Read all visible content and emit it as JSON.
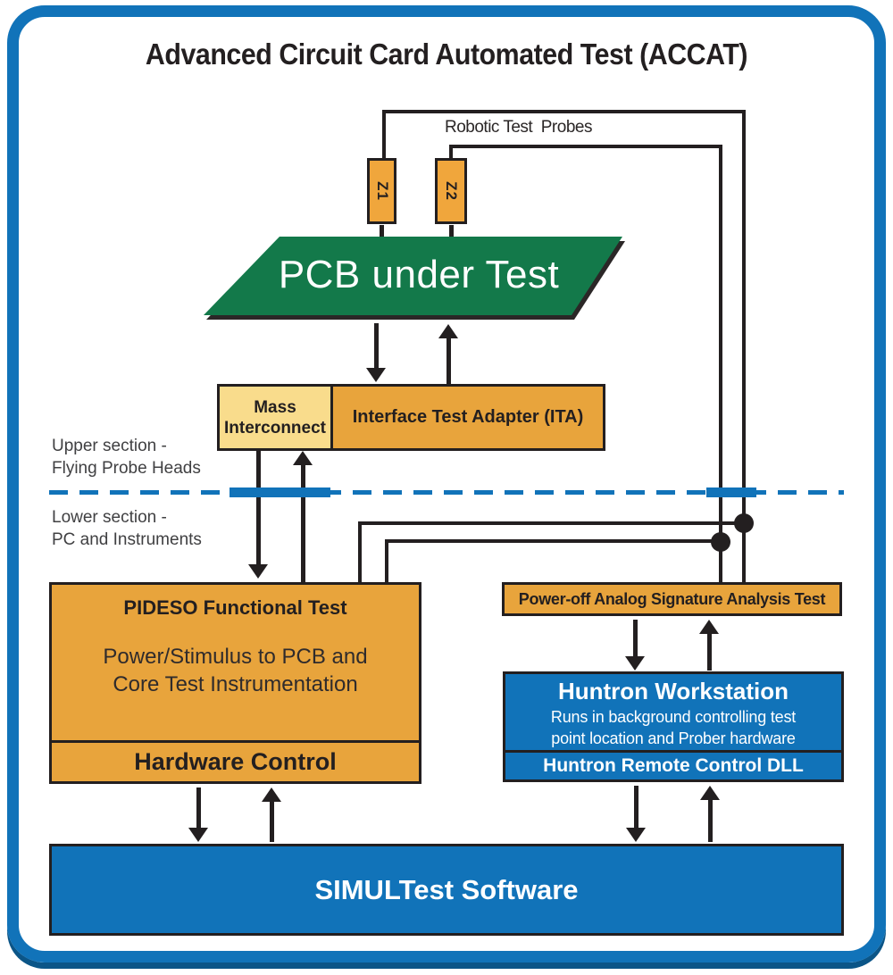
{
  "title": "Advanced Circuit Card Automated Test (ACCAT)",
  "top": {
    "robotic_probes_label": "Robotic Test  Probes",
    "probes": [
      {
        "label": "Z1"
      },
      {
        "label": "Z2"
      }
    ]
  },
  "pcb": {
    "label": "PCB under Test"
  },
  "adapter": {
    "mass_line1": "Mass",
    "mass_line2": "Interconnect",
    "ita_label": "Interface Test Adapter (ITA)"
  },
  "sections": {
    "upper_line1": "Upper section -",
    "upper_line2": "Flying Probe Heads",
    "lower_line1": "Lower section -",
    "lower_line2": "PC and Instruments"
  },
  "pideso": {
    "title": "PIDESO Functional Test",
    "body_line1": "Power/Stimulus to PCB and",
    "body_line2": "Core Test Instrumentation",
    "hardware_label": "Hardware Control"
  },
  "pasa": {
    "label": "Power-off Analog Signature Analysis Test"
  },
  "huntron": {
    "title": "Huntron Workstation",
    "body_line1": "Runs in background controlling test",
    "body_line2": "point location and Prober hardware",
    "dll_label": "Huntron Remote Control DLL"
  },
  "simultest": {
    "label": "SIMULTest Software"
  },
  "colors": {
    "frame_blue": "#1173B9",
    "frame_shadow": "#0B5587",
    "box_blue": "#1173B9",
    "box_orange": "#E8A43C",
    "box_light_yellow": "#F9DC8C",
    "probe_orange": "#F0A63C",
    "pcb_green": "#13794A",
    "line_black": "#231F20",
    "label_gray": "#404042"
  }
}
